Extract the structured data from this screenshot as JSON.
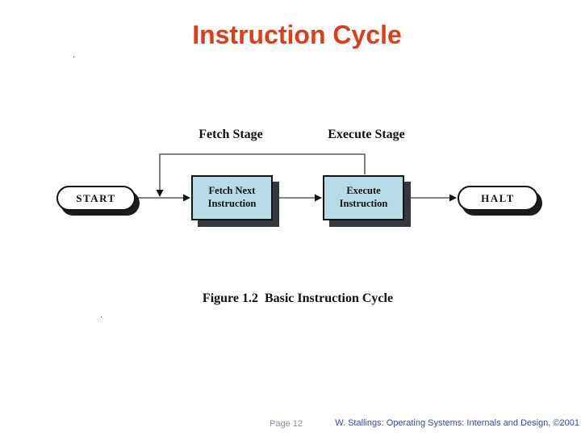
{
  "slide": {
    "title": "Instruction Cycle",
    "stray_dot": "."
  },
  "diagram": {
    "stage_labels": {
      "fetch": "Fetch Stage",
      "execute": "Execute Stage"
    },
    "nodes": {
      "start": "START",
      "fetch": {
        "line1": "Fetch Next",
        "line2": "Instruction"
      },
      "execute": {
        "line1": "Execute",
        "line2": "Instruction"
      },
      "halt": "HALT"
    },
    "caption": "Figure 1.2  Basic Instruction Cycle"
  },
  "footer": {
    "page": "Page 12",
    "attribution": "W. Stallings: Operating Systems: Internals and Design, ©2001"
  },
  "colors": {
    "title": "#e03c17",
    "box_fill": "#b7dbe8",
    "box_border": "#141414",
    "box_shadow": "#36363d",
    "node_shadow": "#1b1b1b",
    "line": "#3b3b3b",
    "attribution_text": "#3a44bb",
    "page_number_text": "#8a8f9e"
  }
}
